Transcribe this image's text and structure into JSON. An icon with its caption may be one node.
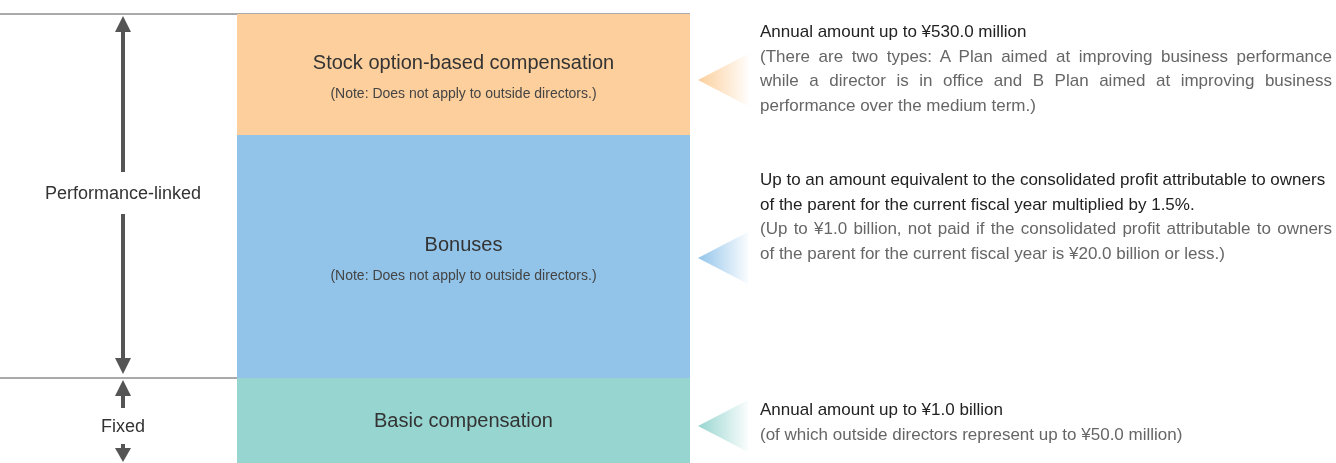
{
  "diagram": {
    "nodes": [
      {
        "text": [
          "Stock option-based compensation",
          "(Note: Does not apply to outside directors.)"
        ]
      },
      {
        "text": [
          "Bonuses",
          "(Note: Does not apply to outside directors.)"
        ]
      },
      {
        "text": [
          "Basic compensation"
        ]
      },
      {
        "text": [
          "Annual amount up to ¥530.0 million",
          "(There are two types: A Plan aimed at improving business performance while a director is in office and B Plan aimed at improving business performance over the medium term.)"
        ]
      },
      {
        "text": [
          "Up to an amount equivalent to the consolidated profit attributable to owners of the parent for the current fiscal year multiplied by 1.5%.",
          "(Up to ¥1.0 billion, not paid if the consolidated profit attributable to owners of the parent for the current fiscal year is ¥20.0 billion or less.)"
        ]
      },
      {
        "text": [
          "Annual amount up to ¥1.0 billion",
          "(of which outside directors represent up to ¥50.0 million)"
        ]
      }
    ],
    "edges": [
      {
        "from": 3,
        "to": 0,
        "arrow": "to",
        "color": "#fccf9c"
      },
      {
        "from": 4,
        "to": 1,
        "arrow": "to",
        "color": "#92c4ea"
      },
      {
        "from": 5,
        "to": 2,
        "arrow": "to",
        "color": "#97d5d0"
      }
    ],
    "labels": [
      "Performance-linked",
      "Fixed"
    ]
  }
}
